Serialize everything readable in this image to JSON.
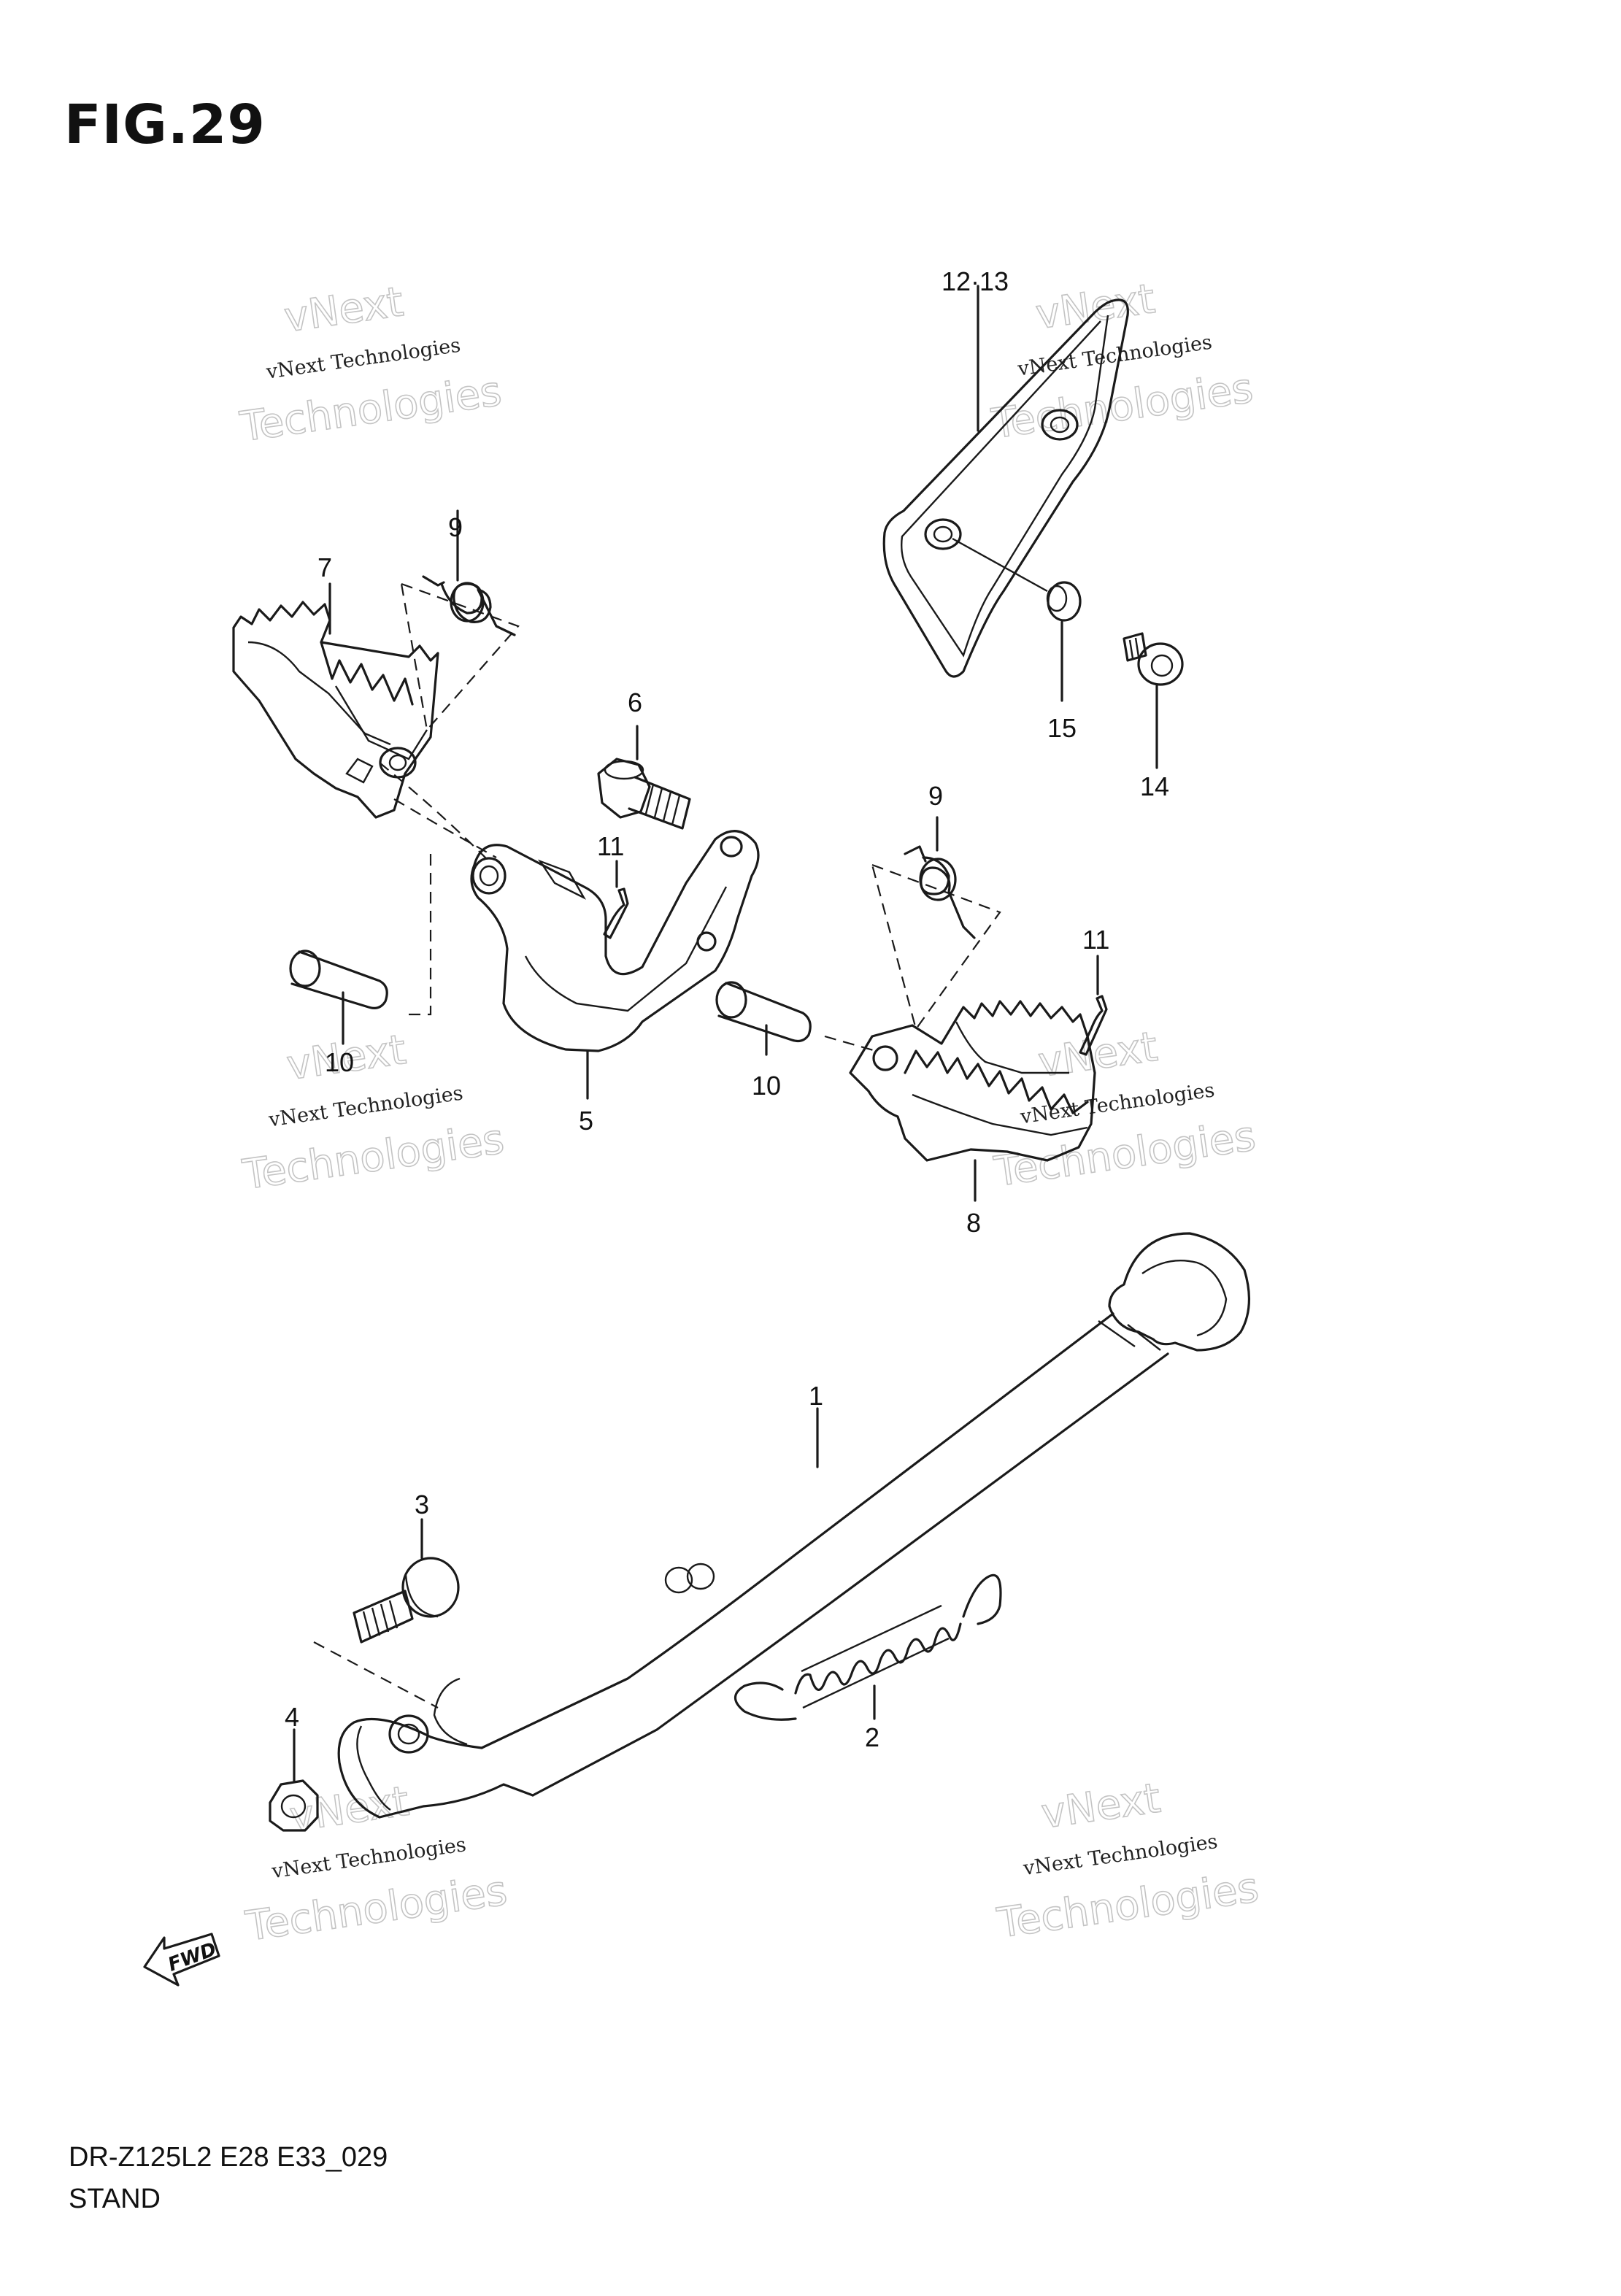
{
  "figure": {
    "title": "FIG.29",
    "model_code": "DR-Z125L2 E28 E33_029",
    "section_name": "STAND"
  },
  "callouts": {
    "c1": "1",
    "c2": "2",
    "c3": "3",
    "c4": "4",
    "c5": "5",
    "c6": "6",
    "c7": "7",
    "c8": "8",
    "c9a": "9",
    "c9b": "9",
    "c10a": "10",
    "c10b": "10",
    "c11a": "11",
    "c11b": "11",
    "c12_13": "12·13",
    "c14": "14",
    "c15": "15"
  },
  "direction_marker": "FWD",
  "watermark": {
    "line_small": "vNext Technologies",
    "line_big_1": "vNext",
    "line_big_2": "Technologies"
  }
}
